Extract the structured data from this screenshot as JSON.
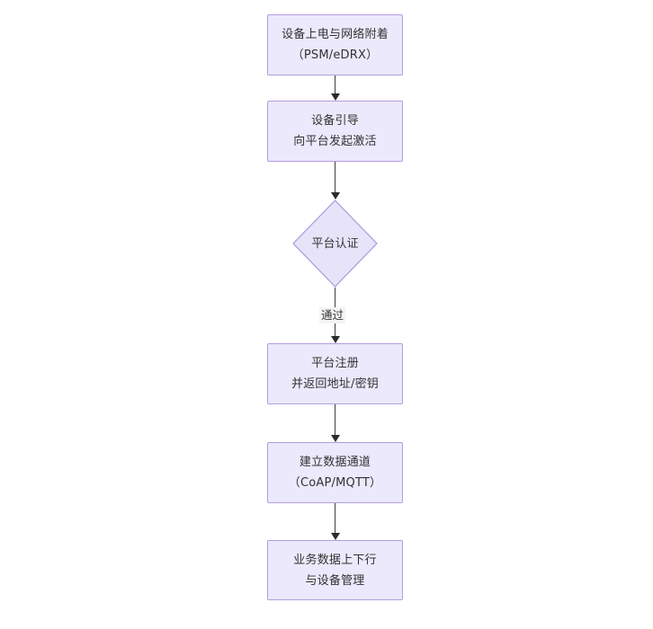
{
  "diagram": {
    "type": "flowchart",
    "orientation": "top-to-bottom",
    "title": "",
    "theme": {
      "node_fill": "#ebe9fb",
      "node_border": "#b49de0",
      "text_color": "#333333",
      "arrow_color": "#2b2b2b",
      "background": "#ffffff",
      "edge_label_bg": "#f4f4f4"
    },
    "nodes": [
      {
        "id": "n1",
        "shape": "rectangle",
        "lines": [
          "设备上电与网络附着",
          "（PSM/eDRX）"
        ]
      },
      {
        "id": "n2",
        "shape": "rectangle",
        "lines": [
          "设备引导",
          "向平台发起激活"
        ]
      },
      {
        "id": "n3",
        "shape": "diamond",
        "lines": [
          "平台认证"
        ]
      },
      {
        "id": "n4",
        "shape": "rectangle",
        "lines": [
          "平台注册",
          "并返回地址/密钥"
        ]
      },
      {
        "id": "n5",
        "shape": "rectangle",
        "lines": [
          "建立数据通道",
          "（CoAP/MQTT）"
        ]
      },
      {
        "id": "n6",
        "shape": "rectangle",
        "lines": [
          "业务数据上下行",
          "与设备管理"
        ]
      }
    ],
    "edges": [
      {
        "id": "e1",
        "from": "n1",
        "to": "n2",
        "label": ""
      },
      {
        "id": "e2",
        "from": "n2",
        "to": "n3",
        "label": ""
      },
      {
        "id": "e3",
        "from": "n3",
        "to": "n4",
        "label": "通过"
      },
      {
        "id": "e4",
        "from": "n4",
        "to": "n5",
        "label": ""
      },
      {
        "id": "e5",
        "from": "n5",
        "to": "n6",
        "label": ""
      }
    ]
  }
}
